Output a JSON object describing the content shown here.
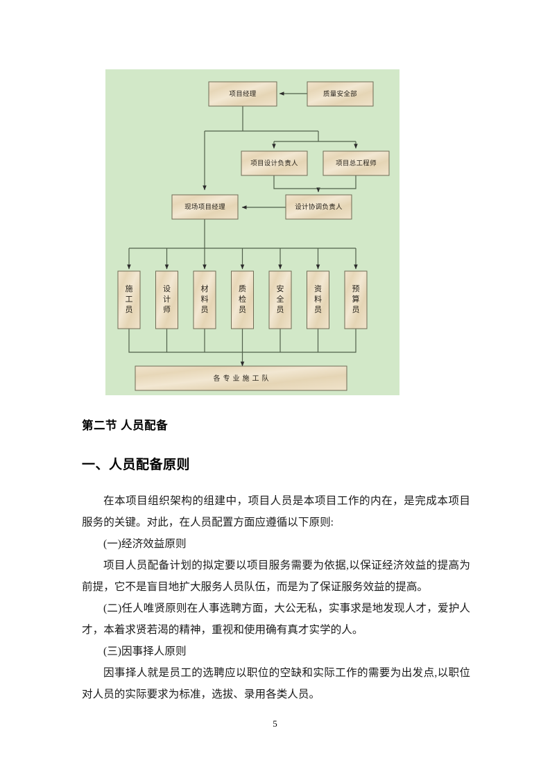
{
  "document": {
    "page_number": "5",
    "background_color": "#ffffff"
  },
  "figure": {
    "name": "project-organization-chart",
    "background_color": "#d2e8c8",
    "node_fill_color": "#ebddc2",
    "node_border_color": "#6f6a53",
    "connector_color": "#50604a",
    "nodes": {
      "project_manager": "项目经理",
      "quality_safety_dept": "质量安全部",
      "design_leader": "项目设计负责人",
      "chief_engineer": "项目总工程师",
      "site_manager": "现场项目经理",
      "design_coordinator": "设计协调负责人",
      "staff_1": "施工员",
      "staff_2": "设计师",
      "staff_3": "材料员",
      "staff_4": "质检员",
      "staff_5": "安全员",
      "staff_6": "资料员",
      "staff_7": "预算员",
      "construction_teams": "各专业施工队"
    }
  },
  "content": {
    "section_heading": "第二节  人员配备",
    "sub_heading": "一、人员配备原则",
    "paragraphs": [
      "在本项目组织架构的组建中，项目人员是本项目工作的内在，是完成本项目服务的关键。对此，在人员配置方面应遵循以下原则:",
      "(一)经济效益原则",
      "项目人员配备计划的拟定要以项目服务需要为依据,以保证经济效益的提高为前提，它不是盲目地扩大服务人员队伍，而是为了保证服务效益的提高。",
      "(二)任人唯贤原则在人事选聘方面，大公无私，实事求是地发现人才，爱护人才，本着求贤若渴的精神，重视和使用确有真才实学的人。",
      "(三)因事择人原则",
      "因事择人就是员工的选聘应以职位的空缺和实际工作的需要为出发点,以职位对人员的实际要求为标准，选拔、录用各类人员。"
    ]
  }
}
